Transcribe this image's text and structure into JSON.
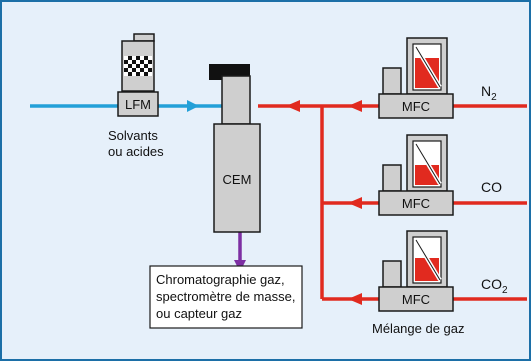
{
  "colors": {
    "background": "#e6f0fa",
    "border": "#1c6fa7",
    "gas_line": "#e12a1f",
    "liquid_line": "#23a0d8",
    "output_line": "#7d2fa3",
    "device_fill": "#cfcfcf",
    "device_stroke": "#1a1a1a"
  },
  "labels": {
    "lfm": "LFM",
    "solvants_line1": "Solvants",
    "solvants_line2": "ou acides",
    "cem": "CEM",
    "mfc": "MFC",
    "gas1_main": "N",
    "gas1_sub": "2",
    "gas2": "CO",
    "gas3_main": "CO",
    "gas3_sub": "2",
    "mixture": "Mélange de gaz",
    "output_line1": "Chromatographie gaz,",
    "output_line2": "spectromètre de masse,",
    "output_line3": "ou capteur gaz"
  },
  "icons": {
    "liquid_source": "checkered-bottle-icon",
    "gas_source": "gas-cylinder-icon",
    "valve": "valve-icon",
    "flow_arrow": "arrow-icon"
  }
}
